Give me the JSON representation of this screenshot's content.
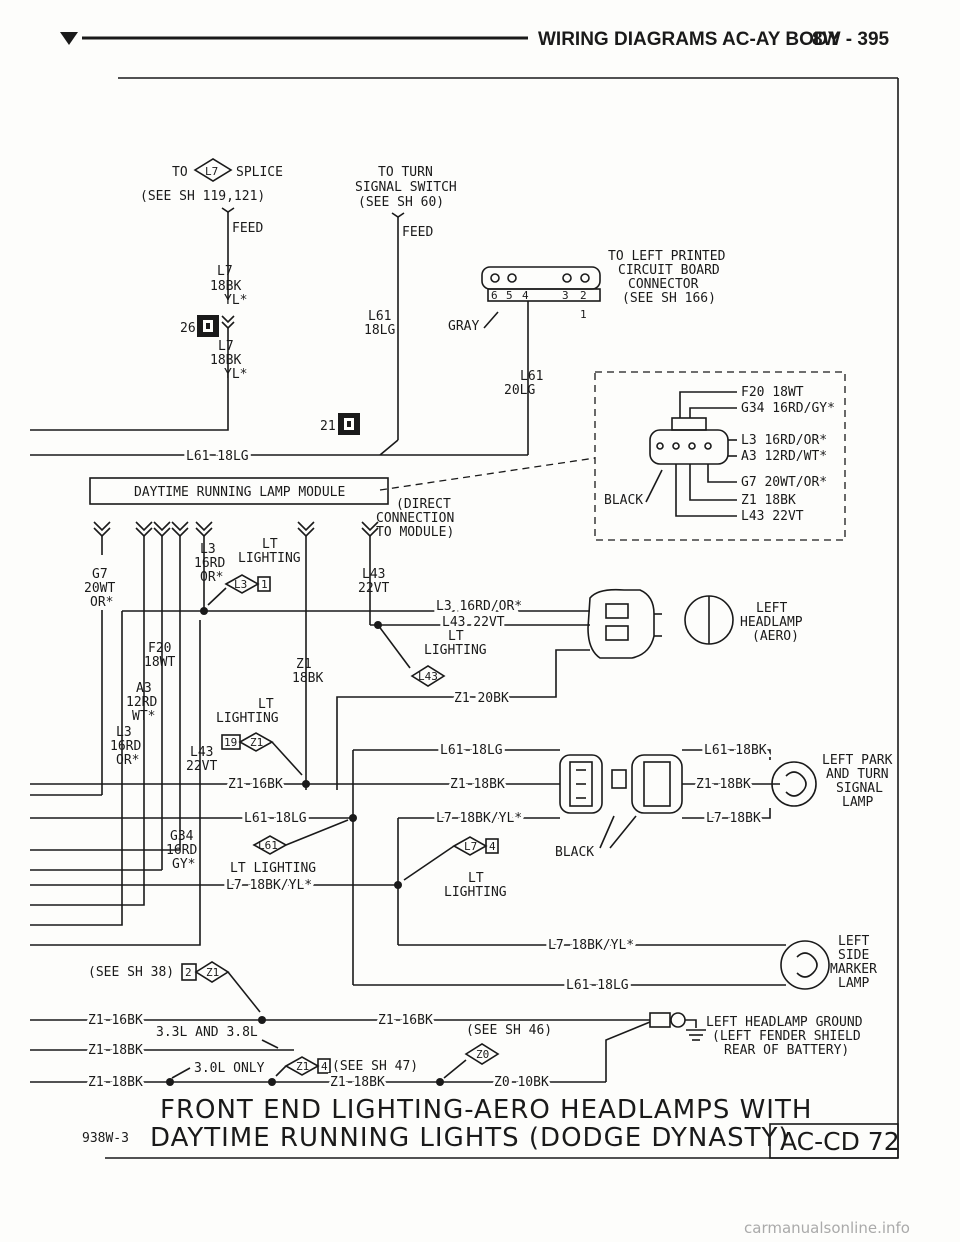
{
  "header": {
    "title": "WIRING DIAGRAMS AC-AY BODY",
    "page": "8W - 395"
  },
  "labels": {
    "to_splice_to": "TO",
    "to_splice_id": "L7",
    "to_splice_word": "SPLICE",
    "see_sh_119_121": "(SEE SH 119,121)",
    "feed_1": "FEED",
    "to_turn": "TO TURN",
    "signal_switch": "SIGNAL SWITCH",
    "see_sh_60": "(SEE SH 60)",
    "feed_2": "FEED",
    "to_left_printed": "TO LEFT PRINTED",
    "circuit_board": "CIRCUIT BOARD",
    "connector": "CONNECTOR",
    "see_sh_166": "(SEE SH 166)",
    "pin_6": "6",
    "pin_5": "5",
    "pin_4": "4",
    "pin_3": "3",
    "pin_2": "2",
    "pin_1": "1",
    "l7_1": "L7",
    "18bk_1": "18BK",
    "yl_1": "YL*",
    "cell_26": "26",
    "l7_2": "L7",
    "18bk_2": "18BK",
    "yl_2": "YL*",
    "l61_a": "L61",
    "18lg_a": "18LG",
    "gray": "GRAY",
    "l61_b": "L61",
    "20lg_b": "20LG",
    "cell_21": "21",
    "l61_18lg_main": "L61 18LG",
    "f20_18wt": "F20 18WT",
    "g34_16rd": "G34 16RD/GY*",
    "l3_16rd": "L3 16RD/OR*",
    "a3_12rd": "A3 12RD/WT*",
    "g7_20wt": "G7 20WT/OR*",
    "z1_18bk_box": "Z1 18BK",
    "l43_22vt_box": "L43 22VT",
    "black_box": "BLACK",
    "drl_module": "DAYTIME RUNNING LAMP MODULE",
    "direct": "(DIRECT",
    "connection": "CONNECTION",
    "to_module": "TO MODULE)",
    "g7": "G7",
    "20wt": "20WT",
    "or_g7": "OR*",
    "l3_m": "L3",
    "16rd_m": "16RD",
    "or_m": "OR*",
    "lt_m": "LT",
    "lighting_m": "LIGHTING",
    "l3_ref": "L3",
    "l3_ref_n": "1",
    "l43_m": "L43",
    "22vt_m": "22VT",
    "f20": "F20",
    "18wt": "18WT",
    "a3": "A3",
    "12rd": "12RD",
    "wt": "WT*",
    "l3_l": "L3",
    "16rd_l": "16RD",
    "or_l": "OR*",
    "z1_m": "Z1",
    "18bk_m": "18BK",
    "l3_16rd_or": "L3 16RD/OR*",
    "l43_22vt": "L43 22VT",
    "lt_2": "LT",
    "lighting_2": "LIGHTING",
    "l43_ref": "L43",
    "left_hl_1": "LEFT",
    "left_hl_2": "HEADLAMP",
    "left_hl_3": "(AERO)",
    "z1_20bk": "Z1 20BK",
    "lt_3": "LT",
    "lighting_3": "LIGHTING",
    "l43_l": "L43",
    "22vt_l": "22VT",
    "ref_19": "19",
    "ref_z1": "Z1",
    "l61_18lg_c": "L61 18LG",
    "z1_16bk": "Z1 16BK",
    "z1_18bk_c": "Z1 18BK",
    "l61_18lg_d": "L61 18LG",
    "l7_18bk_yl_c": "L7 18BK/YL*",
    "l7_ref": "L7",
    "l7_ref_n": "4",
    "lt_4": "LT",
    "lighting_4": "LIGHTING",
    "black_c": "BLACK",
    "g34": "G34",
    "16rd_g": "16RD",
    "gy": "GY*",
    "l61_ref": "L61",
    "lt_lighting": "LT LIGHTING",
    "l7_18bk_yl_d": "L7 18BK/YL*",
    "l61_18bk": "L61 18BK",
    "z1_18bk_d": "Z1 18BK",
    "l7_18bk": "L7 18BK",
    "lp_1": "LEFT PARK",
    "lp_2": "AND TURN",
    "lp_3": "SIGNAL",
    "lp_4": "LAMP",
    "l7_18bk_yl_e": "L7 18BK/YL*",
    "l61_18lg_e": "L61 18LG",
    "ls_1": "LEFT",
    "ls_2": "SIDE",
    "ls_3": "MARKER",
    "ls_4": "LAMP",
    "see_sh_38": "(SEE SH 38)",
    "ref_2": "2",
    "ref_z1_b": "Z1",
    "z1_16bk_a": "Z1 16BK",
    "z1_16bk_b": "Z1 16BK",
    "v33": "3.3L AND 3.8L",
    "z1_18bk_e": "Z1 18BK",
    "see_sh_46": "(SEE SH 46)",
    "z0_ref": "Z0",
    "gnd_1": "LEFT HEADLAMP GROUND",
    "gnd_2": "(LEFT FENDER SHIELD",
    "gnd_3": "REAR OF BATTERY)",
    "v30": "3.0L ONLY",
    "z1_ref_c": "Z1",
    "z1_ref_c_n": "4",
    "see_sh_47": "(SEE SH 47)",
    "z1_18bk_f": "Z1 18BK",
    "z1_18bk_g": "Z1 18BK",
    "z0_10bk": "Z0 10BK"
  },
  "footer": {
    "title_line1": "FRONT END LIGHTING-AERO HEADLAMPS WITH",
    "title_line2": "DAYTIME RUNNING LIGHTS (DODGE DYNASTY)",
    "fig_code": "938W-3",
    "sheet_code": "AC-CD 72"
  },
  "watermark": "carmanualsonline.info"
}
